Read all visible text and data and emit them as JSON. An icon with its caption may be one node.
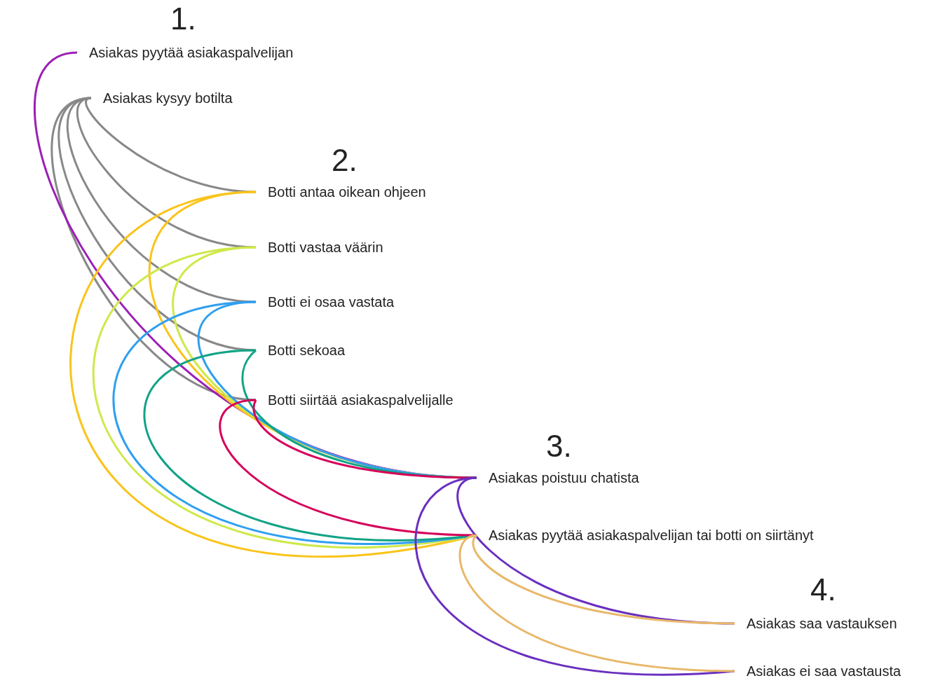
{
  "diagram": {
    "nodes": [
      {
        "text": [
          "Asiakas pyytää asiakaspalvelijan"
        ]
      },
      {
        "text": [
          "Asiakas kysyy botilta"
        ]
      },
      {
        "text": [
          "Botti antaa oikean ohjeen"
        ]
      },
      {
        "text": [
          "Botti vastaa väärin"
        ]
      },
      {
        "text": [
          "Botti ei osaa vastata"
        ]
      },
      {
        "text": [
          "Botti sekoaa"
        ]
      },
      {
        "text": [
          "Botti siirtää asiakaspalvelijalle"
        ]
      },
      {
        "text": [
          "Asiakas poistuu chatista"
        ]
      },
      {
        "text": [
          "Asiakas pyytää asiakaspalvelijan tai botti on siirtänyt"
        ]
      },
      {
        "text": [
          "Asiakas saa vastauksen"
        ]
      },
      {
        "text": [
          "Asiakas ei saa vastausta"
        ]
      }
    ],
    "edges": [
      {
        "from": 1,
        "to": 2,
        "arrow": "none",
        "color": "#888888"
      },
      {
        "from": 1,
        "to": 3,
        "arrow": "none",
        "color": "#888888"
      },
      {
        "from": 1,
        "to": 4,
        "arrow": "none",
        "color": "#888888"
      },
      {
        "from": 1,
        "to": 5,
        "arrow": "none",
        "color": "#888888"
      },
      {
        "from": 1,
        "to": 6,
        "arrow": "none",
        "color": "#888888"
      },
      {
        "from": 0,
        "to": 7,
        "arrow": "none",
        "color": "#9c1fb5"
      },
      {
        "from": 2,
        "to": 7,
        "arrow": "none",
        "color": "#f9c41b"
      },
      {
        "from": 2,
        "to": 8,
        "arrow": "none",
        "color": "#f9c41b"
      },
      {
        "from": 3,
        "to": 7,
        "arrow": "none",
        "color": "#cfe84a"
      },
      {
        "from": 3,
        "to": 8,
        "arrow": "none",
        "color": "#cfe84a"
      },
      {
        "from": 4,
        "to": 7,
        "arrow": "none",
        "color": "#2f9ff0"
      },
      {
        "from": 4,
        "to": 8,
        "arrow": "none",
        "color": "#2f9ff0"
      },
      {
        "from": 5,
        "to": 7,
        "arrow": "none",
        "color": "#11a385"
      },
      {
        "from": 5,
        "to": 8,
        "arrow": "none",
        "color": "#11a385"
      },
      {
        "from": 6,
        "to": 7,
        "arrow": "none",
        "color": "#d6005a"
      },
      {
        "from": 6,
        "to": 8,
        "arrow": "none",
        "color": "#d6005a"
      },
      {
        "from": 7,
        "to": 9,
        "arrow": "none",
        "color": "#6a2fbf"
      },
      {
        "from": 7,
        "to": 10,
        "arrow": "none",
        "color": "#6a2fbf"
      },
      {
        "from": 8,
        "to": 9,
        "arrow": "none",
        "color": "#e8b86a"
      },
      {
        "from": 8,
        "to": 10,
        "arrow": "none",
        "color": "#e8b86a"
      }
    ],
    "labels": [
      "1.",
      "2.",
      "3.",
      "4."
    ]
  }
}
